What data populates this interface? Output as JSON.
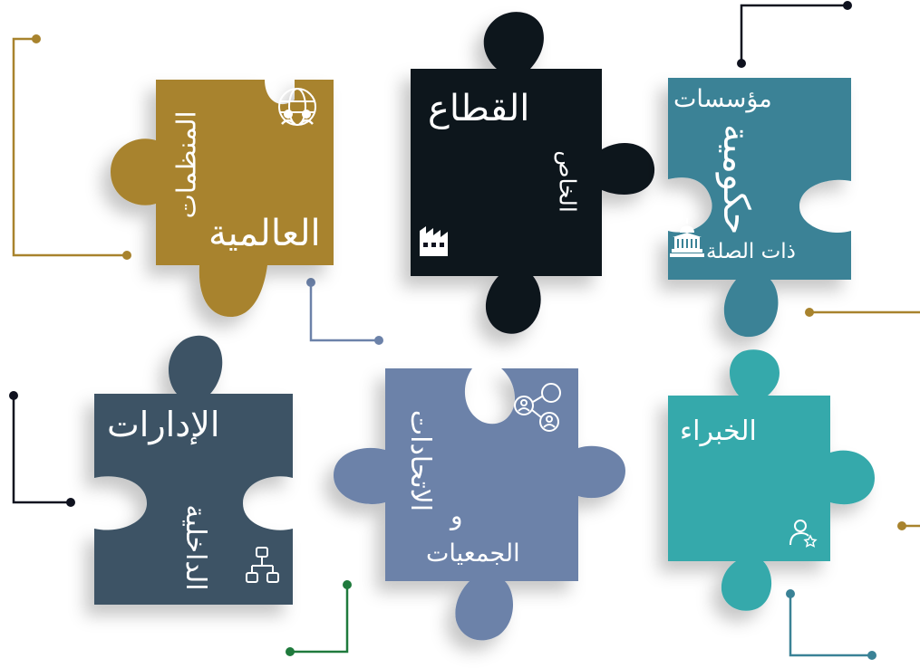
{
  "colors": {
    "gold": "#A8832D",
    "navy": "#0F121F",
    "teal": "#3A8296",
    "slate": "#3C5365",
    "periwinkle": "#6C82A9",
    "aqua": "#36A9AB",
    "green": "#1F7A3C"
  },
  "pieces": {
    "international": {
      "line1": "المنظمات",
      "line2": "العالمية",
      "icon": "globe-people-icon"
    },
    "private": {
      "line1": "القطاع",
      "line2": "الخاص",
      "icon": "factory-icon"
    },
    "government": {
      "line1": "مؤسسات",
      "line2": "حكومية",
      "line3": "ذات الصلة",
      "icon": "government-building-icon"
    },
    "internal": {
      "line1": "الإدارات",
      "line2": "الداخلية",
      "icon": "org-chart-icon"
    },
    "unions": {
      "line1": "الاتحادات",
      "line2": "و",
      "line3": "الجمعيات",
      "icon": "network-people-icon"
    },
    "experts": {
      "line1": "الخبراء",
      "icon": "user-star-icon"
    }
  }
}
